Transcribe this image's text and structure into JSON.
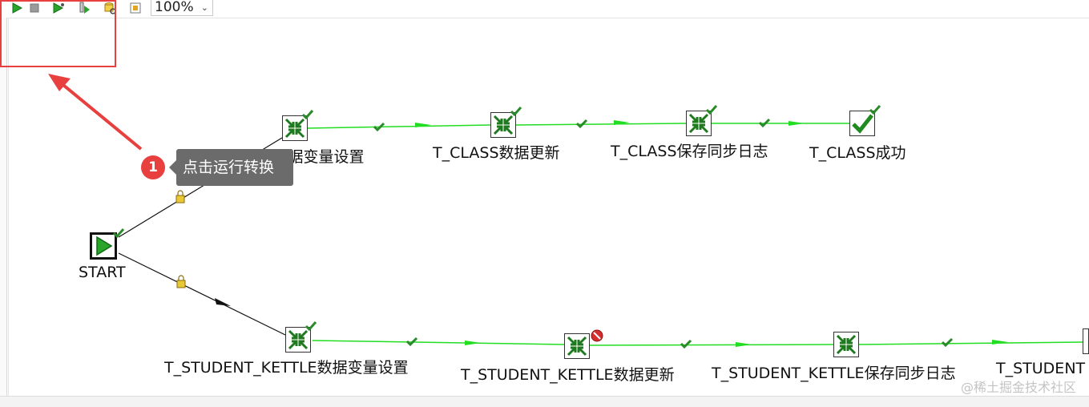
{
  "toolbar": {
    "buttons": [
      "run-icon",
      "stop-icon",
      "run-debug-icon",
      "step-icon",
      "database-search-icon",
      "sql-icon"
    ],
    "zoom_value": "100%"
  },
  "tooltip": {
    "badge": "1",
    "text": "点击运行转换"
  },
  "nodes": {
    "start": "START",
    "class_var": "T_CLASS数据变量设置",
    "class_update": "T_CLASS数据更新",
    "class_log": "T_CLASS保存同步日志",
    "class_success": "T_CLASS成功",
    "student_var": "T_STUDENT_KETTLE数据变量设置",
    "student_update": "T_STUDENT_KETTLE数据更新",
    "student_log": "T_STUDENT_KETTLE保存同步日志",
    "student_partial": "T_STUDENT"
  },
  "watermark": "@稀土掘金技术社区",
  "colors": {
    "hop_green": "#22dd22",
    "check_green": "#2a8a2a",
    "annotation_red": "#e8403f",
    "tooltip_bg": "#6b6b6b"
  }
}
